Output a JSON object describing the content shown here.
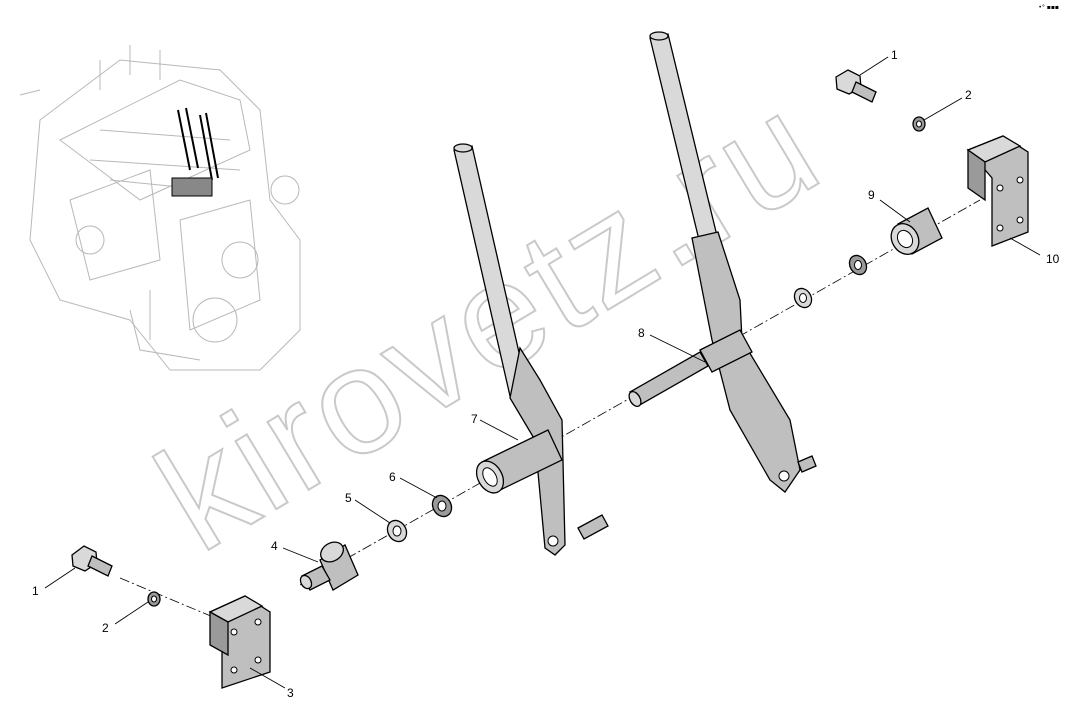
{
  "corner_mark": "•° ▪▪▪",
  "watermark": "kirovetz.ru",
  "callouts": [
    {
      "id": "c1a",
      "label": "1"
    },
    {
      "id": "c2a",
      "label": "2"
    },
    {
      "id": "c3",
      "label": "3"
    },
    {
      "id": "c4",
      "label": "4"
    },
    {
      "id": "c5",
      "label": "5"
    },
    {
      "id": "c6",
      "label": "6"
    },
    {
      "id": "c7",
      "label": "7"
    },
    {
      "id": "c8",
      "label": "8"
    },
    {
      "id": "c9",
      "label": "9"
    },
    {
      "id": "c10",
      "label": "10"
    },
    {
      "id": "c1b",
      "label": "1"
    },
    {
      "id": "c2b",
      "label": "2"
    }
  ]
}
